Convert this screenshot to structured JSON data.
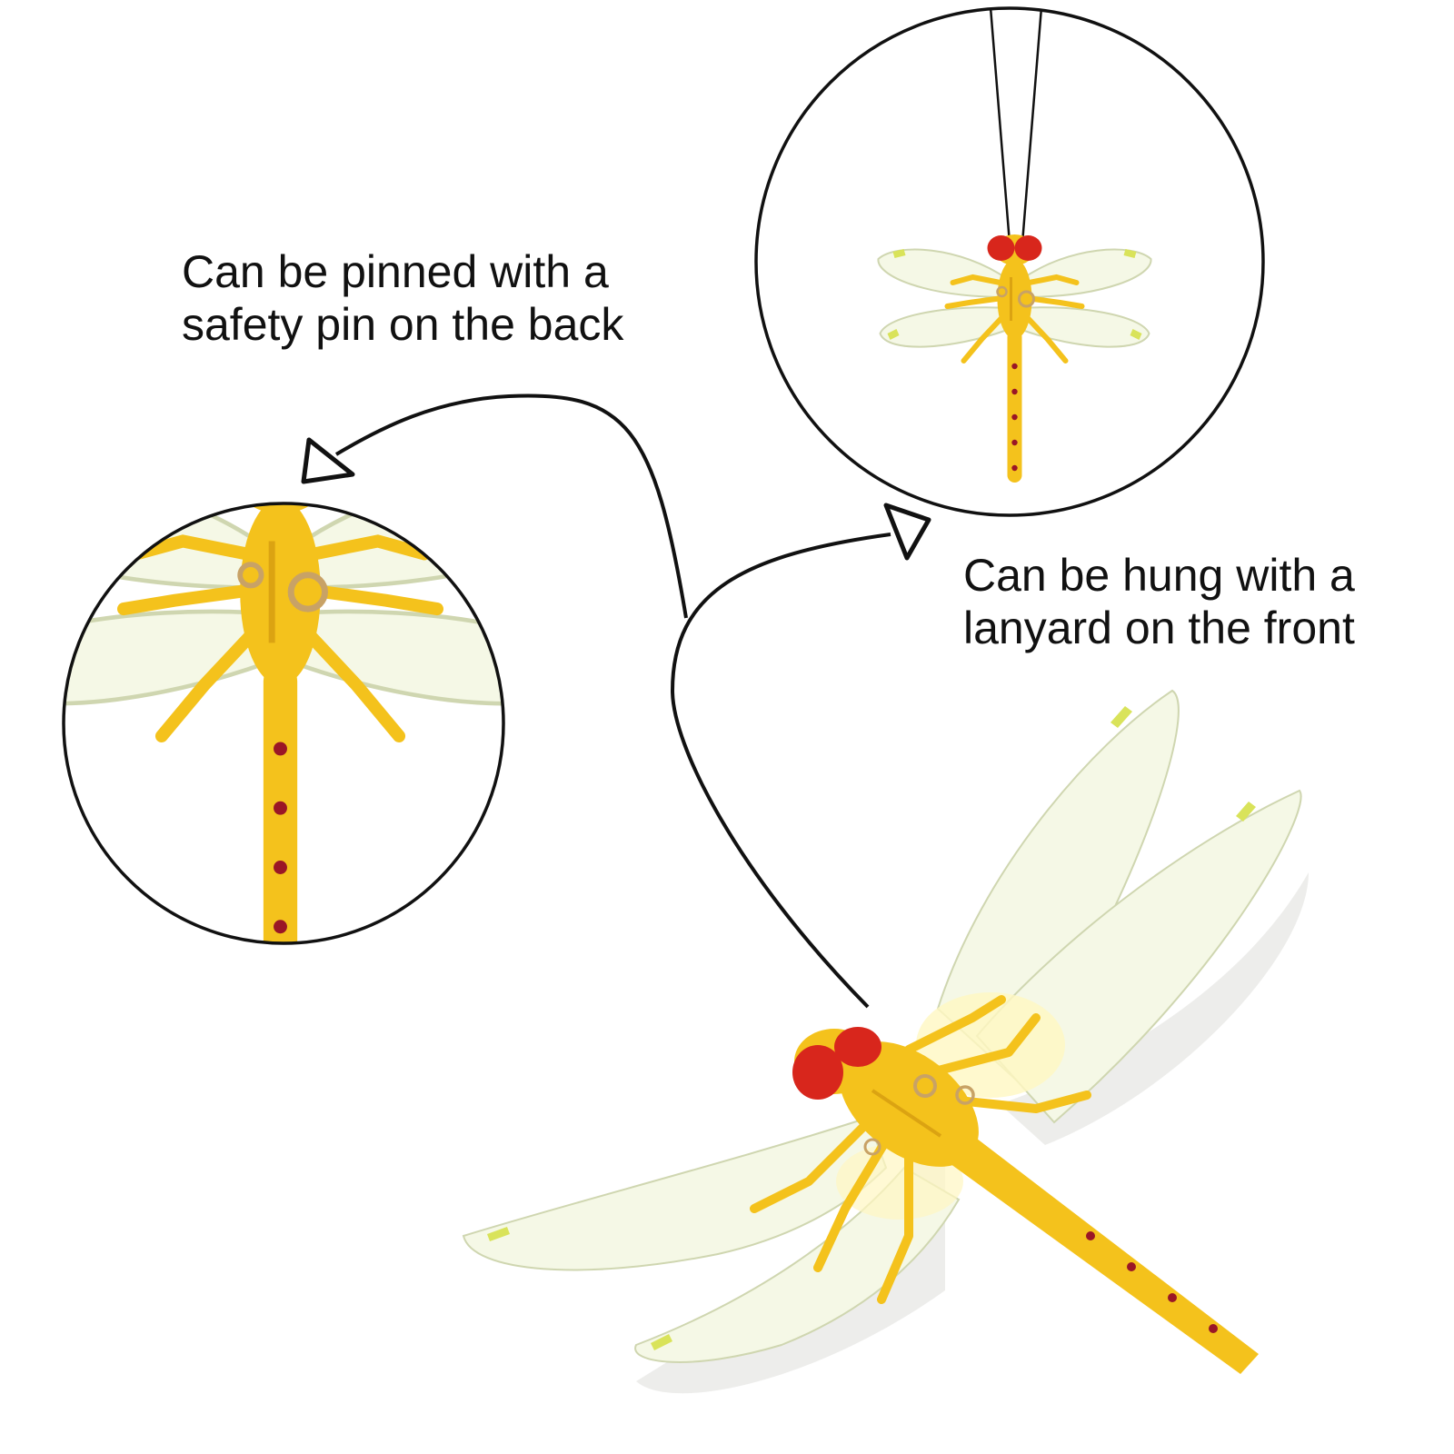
{
  "captions": {
    "pinned": {
      "line1": "Can be pinned with a",
      "line2": "safety pin on the back"
    },
    "hung": {
      "line1": "Can be hung with a",
      "line2": "lanyard on the front"
    }
  },
  "colors": {
    "background": "#ffffff",
    "outline": "#111111",
    "body_yellow": "#f4c21c",
    "body_shade": "#dba312",
    "eye_red": "#d8261c",
    "wing_fill": "#f5f8e6",
    "wing_tip": "#d9e35a",
    "spot_red": "#9a1626",
    "ring_metal": "#c8a266"
  },
  "icons": {
    "arrows": [
      "curved-arrow-to-back-view",
      "curved-arrow-to-front-view"
    ],
    "figures": [
      "dragonfly-back-view",
      "dragonfly-front-view",
      "dragonfly-main-photo"
    ]
  }
}
